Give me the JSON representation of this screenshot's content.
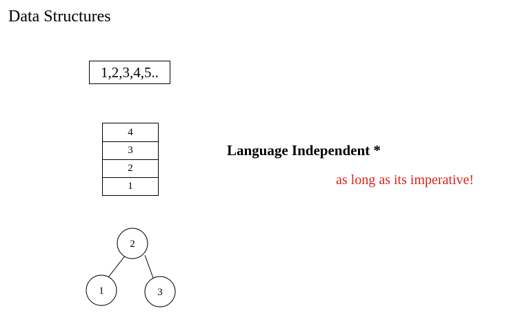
{
  "title": "Data Structures",
  "array": {
    "label": "1,2,3,4,5.."
  },
  "stack": {
    "cells": [
      "4",
      "3",
      "2",
      "1"
    ]
  },
  "tree": {
    "root": "2",
    "left": "1",
    "right": "3"
  },
  "heading": "Language Independent *",
  "note": "as long as its imperative!",
  "colors": {
    "note": "#d9231c",
    "stroke": "#000000"
  }
}
